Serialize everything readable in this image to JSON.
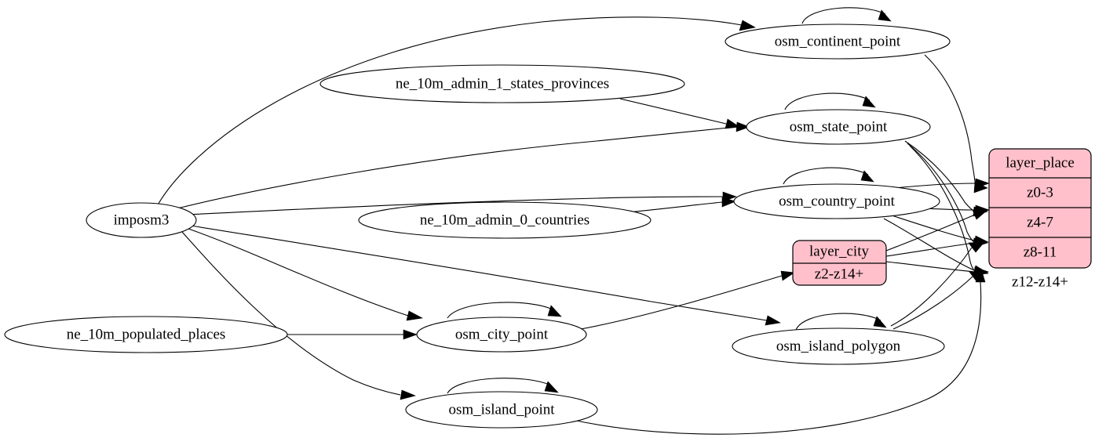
{
  "diagram": {
    "type": "directed-graph",
    "title": "",
    "background_color": "#ffffff",
    "edge_color": "#000000",
    "record_fill_color": "#ffc0cb",
    "ellipse_fill_color": "#ffffff"
  },
  "nodes": {
    "imposm3": {
      "label": "imposm3",
      "shape": "ellipse"
    },
    "ne_states": {
      "label": "ne_10m_admin_1_states_provinces",
      "shape": "ellipse"
    },
    "ne_countries": {
      "label": "ne_10m_admin_0_countries",
      "shape": "ellipse"
    },
    "ne_populated": {
      "label": "ne_10m_populated_places",
      "shape": "ellipse"
    },
    "osm_continent_point": {
      "label": "osm_continent_point",
      "shape": "ellipse"
    },
    "osm_state_point": {
      "label": "osm_state_point",
      "shape": "ellipse"
    },
    "osm_country_point": {
      "label": "osm_country_point",
      "shape": "ellipse"
    },
    "osm_city_point": {
      "label": "osm_city_point",
      "shape": "ellipse"
    },
    "osm_island_polygon": {
      "label": "osm_island_polygon",
      "shape": "ellipse"
    },
    "osm_island_point": {
      "label": "osm_island_point",
      "shape": "ellipse"
    }
  },
  "records": {
    "layer_place": {
      "header": "layer_place",
      "rows": [
        {
          "label": "z0-3"
        },
        {
          "label": "z4-7"
        },
        {
          "label": "z8-11"
        },
        {
          "label": "z12-z14+"
        }
      ]
    },
    "layer_city": {
      "header": "layer_city",
      "rows": [
        {
          "label": "z2-z14+"
        }
      ]
    }
  },
  "edges": [
    {
      "from": "imposm3",
      "to": "osm_continent_point"
    },
    {
      "from": "imposm3",
      "to": "osm_state_point"
    },
    {
      "from": "imposm3",
      "to": "osm_country_point"
    },
    {
      "from": "imposm3",
      "to": "osm_city_point"
    },
    {
      "from": "imposm3",
      "to": "osm_island_polygon"
    },
    {
      "from": "imposm3",
      "to": "osm_island_point"
    },
    {
      "from": "ne_states",
      "to": "osm_state_point"
    },
    {
      "from": "ne_countries",
      "to": "osm_country_point"
    },
    {
      "from": "ne_populated",
      "to": "osm_city_point"
    },
    {
      "from": "osm_continent_point",
      "to": "osm_continent_point"
    },
    {
      "from": "osm_state_point",
      "to": "osm_state_point"
    },
    {
      "from": "osm_country_point",
      "to": "osm_country_point"
    },
    {
      "from": "osm_city_point",
      "to": "osm_city_point"
    },
    {
      "from": "osm_island_polygon",
      "to": "osm_island_polygon"
    },
    {
      "from": "osm_island_point",
      "to": "osm_island_point"
    },
    {
      "from": "osm_continent_point",
      "to": "layer_place.z0-3"
    },
    {
      "from": "osm_state_point",
      "to": "layer_place.z4-7"
    },
    {
      "from": "osm_state_point",
      "to": "layer_place.z8-11"
    },
    {
      "from": "osm_state_point",
      "to": "layer_place.z12-z14+"
    },
    {
      "from": "osm_country_point",
      "to": "layer_place.z0-3"
    },
    {
      "from": "osm_country_point",
      "to": "layer_place.z4-7"
    },
    {
      "from": "osm_country_point",
      "to": "layer_place.z8-11"
    },
    {
      "from": "osm_country_point",
      "to": "layer_place.z12-z14+"
    },
    {
      "from": "layer_city",
      "to": "layer_place.z4-7"
    },
    {
      "from": "layer_city",
      "to": "layer_place.z8-11"
    },
    {
      "from": "layer_city",
      "to": "layer_place.z12-z14+"
    },
    {
      "from": "osm_island_polygon",
      "to": "layer_place.z8-11"
    },
    {
      "from": "osm_island_polygon",
      "to": "layer_place.z12-z14+"
    },
    {
      "from": "osm_island_point",
      "to": "layer_place.z12-z14+"
    },
    {
      "from": "osm_city_point",
      "to": "layer_city.z2-z14+"
    }
  ]
}
